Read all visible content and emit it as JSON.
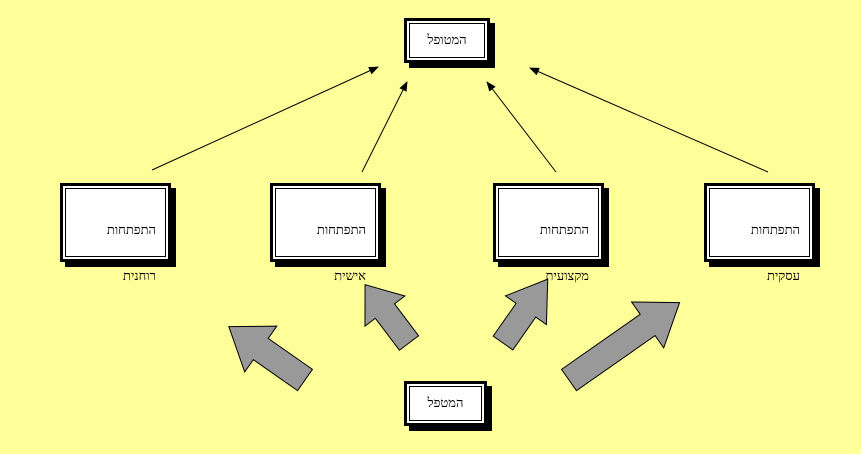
{
  "colors": {
    "background": "#ffff99",
    "box_fill": "#ffffff",
    "box_border": "#000000",
    "thick_arrow": "#999999"
  },
  "top_node": {
    "label": "המטופל"
  },
  "bottom_node": {
    "label": "המטפל"
  },
  "middle_nodes": [
    {
      "line1": "התפתחות",
      "line2": "רוחנית"
    },
    {
      "line1": "התפתחות",
      "line2": "אישית"
    },
    {
      "line1": "התפתחות",
      "line2": "מקצועית"
    },
    {
      "line1": "התפתחות",
      "line2": "עסקית"
    }
  ]
}
